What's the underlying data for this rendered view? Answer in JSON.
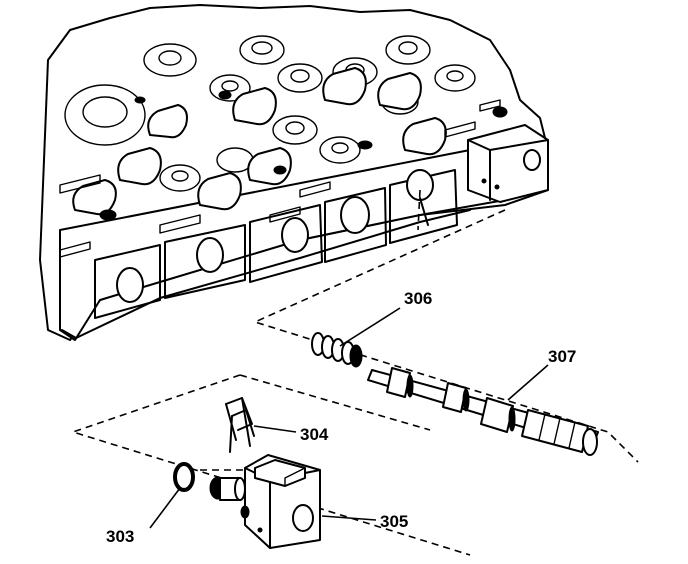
{
  "callouts": {
    "c303": "303",
    "c304": "304",
    "c305": "305",
    "c306": "306",
    "c307": "307"
  },
  "parts": [
    {
      "id": "303",
      "icon": "o-ring-seal-icon"
    },
    {
      "id": "304",
      "icon": "retainer-clip-icon"
    },
    {
      "id": "305",
      "icon": "solenoid-icon"
    },
    {
      "id": "306",
      "icon": "spring-icon"
    },
    {
      "id": "307",
      "icon": "valve-spool-icon"
    }
  ],
  "colors": {
    "ink": "#000000",
    "paper": "#ffffff"
  }
}
